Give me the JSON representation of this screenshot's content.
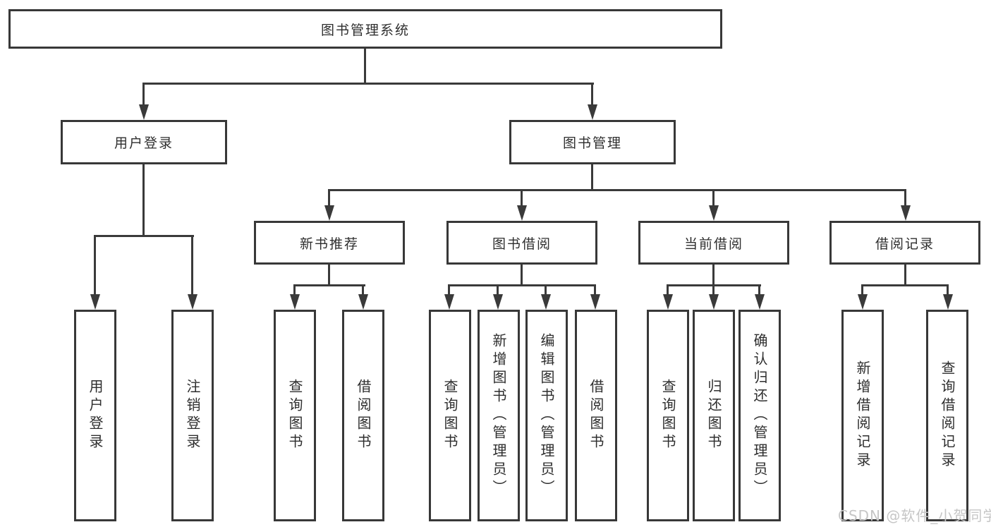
{
  "diagram": {
    "root": {
      "label": "图书管理系统"
    },
    "level2": {
      "user_login": {
        "label": "用户登录"
      },
      "book_mgmt": {
        "label": "图书管理"
      }
    },
    "level3": {
      "new_books": {
        "label": "新书推荐"
      },
      "book_borrow": {
        "label": "图书借阅"
      },
      "current_borrow": {
        "label": "当前借阅"
      },
      "borrow_records": {
        "label": "借阅记录"
      }
    },
    "leaves": {
      "user_login": [
        "用户登录",
        "注销登录"
      ],
      "new_books": [
        "查询图书",
        "借阅图书"
      ],
      "book_borrow": [
        "查询图书",
        "新增图书（管理员）",
        "编辑图书（管理员）",
        "借阅图书"
      ],
      "current_borrow": [
        "查询图书",
        "归还图书",
        "确认归还（管理员）"
      ],
      "borrow_records": [
        "新增借阅记录",
        "查询借阅记录"
      ]
    }
  },
  "watermark": {
    "text": "CSDN @软件_小贺同学"
  },
  "colors": {
    "line": "#3a3a3a",
    "border": "#383838",
    "text": "#2e2e2e",
    "background": "#ffffff",
    "watermark": "#c6c6c6"
  }
}
